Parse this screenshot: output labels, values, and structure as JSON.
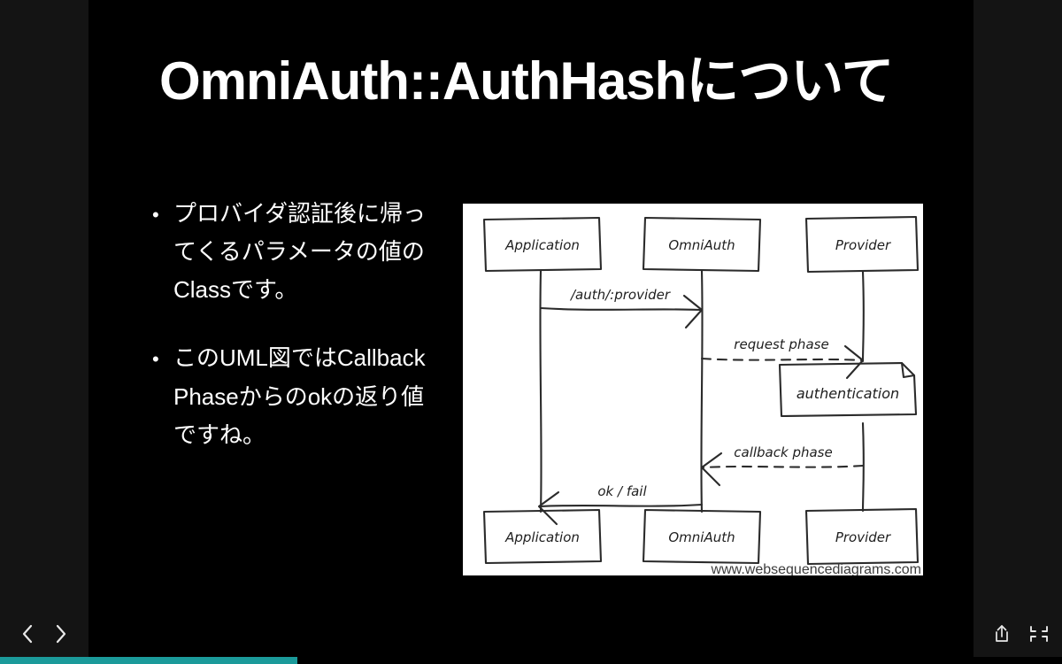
{
  "viewer": {
    "background_color": "#141414",
    "slide_background_color": "#000000"
  },
  "slide": {
    "title": "OmniAuth::AuthHashについて",
    "bullets": [
      {
        "marker": "•",
        "text": "プロバイダ認証後に帰ってくるパラメータの値のClassです。"
      },
      {
        "marker": "•",
        "text": "このUML図ではCallback Phaseからのokの返り値ですね。"
      }
    ]
  },
  "diagram": {
    "kind": "sequence-diagram",
    "watermark": "www.websequencediagrams.com",
    "participants_top": [
      "Application",
      "OmniAuth",
      "Provider"
    ],
    "participants_bottom": [
      "Application",
      "OmniAuth",
      "Provider"
    ],
    "note": "authentication",
    "messages": [
      {
        "label": "/auth/:provider",
        "from": "Application",
        "to": "OmniAuth",
        "style": "solid"
      },
      {
        "label": "request phase",
        "from": "OmniAuth",
        "to": "Provider",
        "style": "dashed"
      },
      {
        "label": "callback phase",
        "from": "Provider",
        "to": "OmniAuth",
        "style": "dashed"
      },
      {
        "label": "ok / fail",
        "from": "OmniAuth",
        "to": "Application",
        "style": "solid"
      }
    ]
  },
  "controls": {
    "prev_label": "‹",
    "next_label": "›",
    "share_icon": "share-icon",
    "exit_fullscreen_icon": "exit-fullscreen-icon"
  },
  "progress": {
    "percent": 28,
    "accent_color": "#1b9a9a"
  }
}
